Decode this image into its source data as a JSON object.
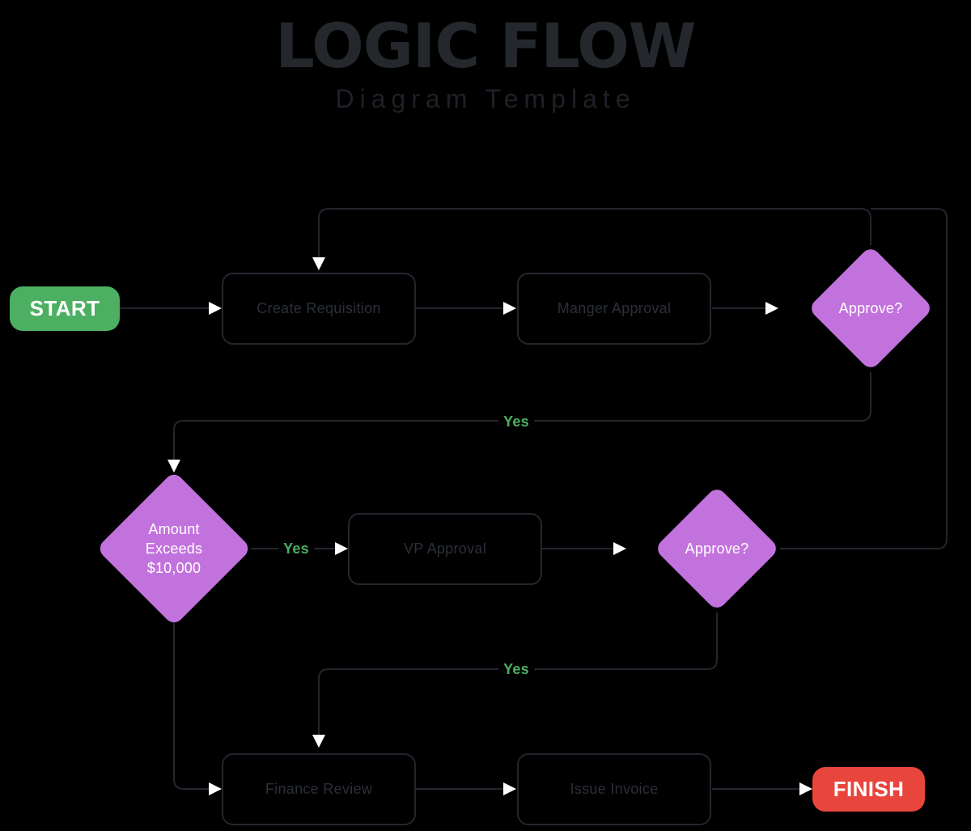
{
  "header": {
    "title": "LOGIC FLOW",
    "subtitle": "Diagram Template"
  },
  "colors": {
    "background": "#000000",
    "title": "#24282d",
    "subtitle": "#1d2127",
    "start": "#4caf62",
    "finish": "#e8453c",
    "decision": "#c272dd",
    "process_border": "#23262d",
    "process_text": "#2b2f36",
    "edge": "#23262d",
    "arrowhead": "#ffffff",
    "edge_label": "#4caf62"
  },
  "diagram": {
    "nodes": [
      {
        "id": "start",
        "label": "START",
        "type": "terminal"
      },
      {
        "id": "create",
        "label": "Create Requisition",
        "type": "process"
      },
      {
        "id": "manager",
        "label": "Manger Approval",
        "type": "process"
      },
      {
        "id": "approve1",
        "label": "Approve?",
        "type": "decision"
      },
      {
        "id": "amount",
        "label": "Amount\nExceeds\n$10,000",
        "type": "decision"
      },
      {
        "id": "vp",
        "label": "VP Approval",
        "type": "process"
      },
      {
        "id": "approve2",
        "label": "Approve?",
        "type": "decision"
      },
      {
        "id": "finance",
        "label": "Finance Review",
        "type": "process"
      },
      {
        "id": "invoice",
        "label": "Issue Invoice",
        "type": "process"
      },
      {
        "id": "finish",
        "label": "FINISH",
        "type": "terminal"
      }
    ],
    "edge_labels": [
      {
        "id": "yes-approve1",
        "label": "Yes"
      },
      {
        "id": "yes-amount",
        "label": "Yes"
      },
      {
        "id": "yes-approve2",
        "label": "Yes"
      }
    ]
  }
}
